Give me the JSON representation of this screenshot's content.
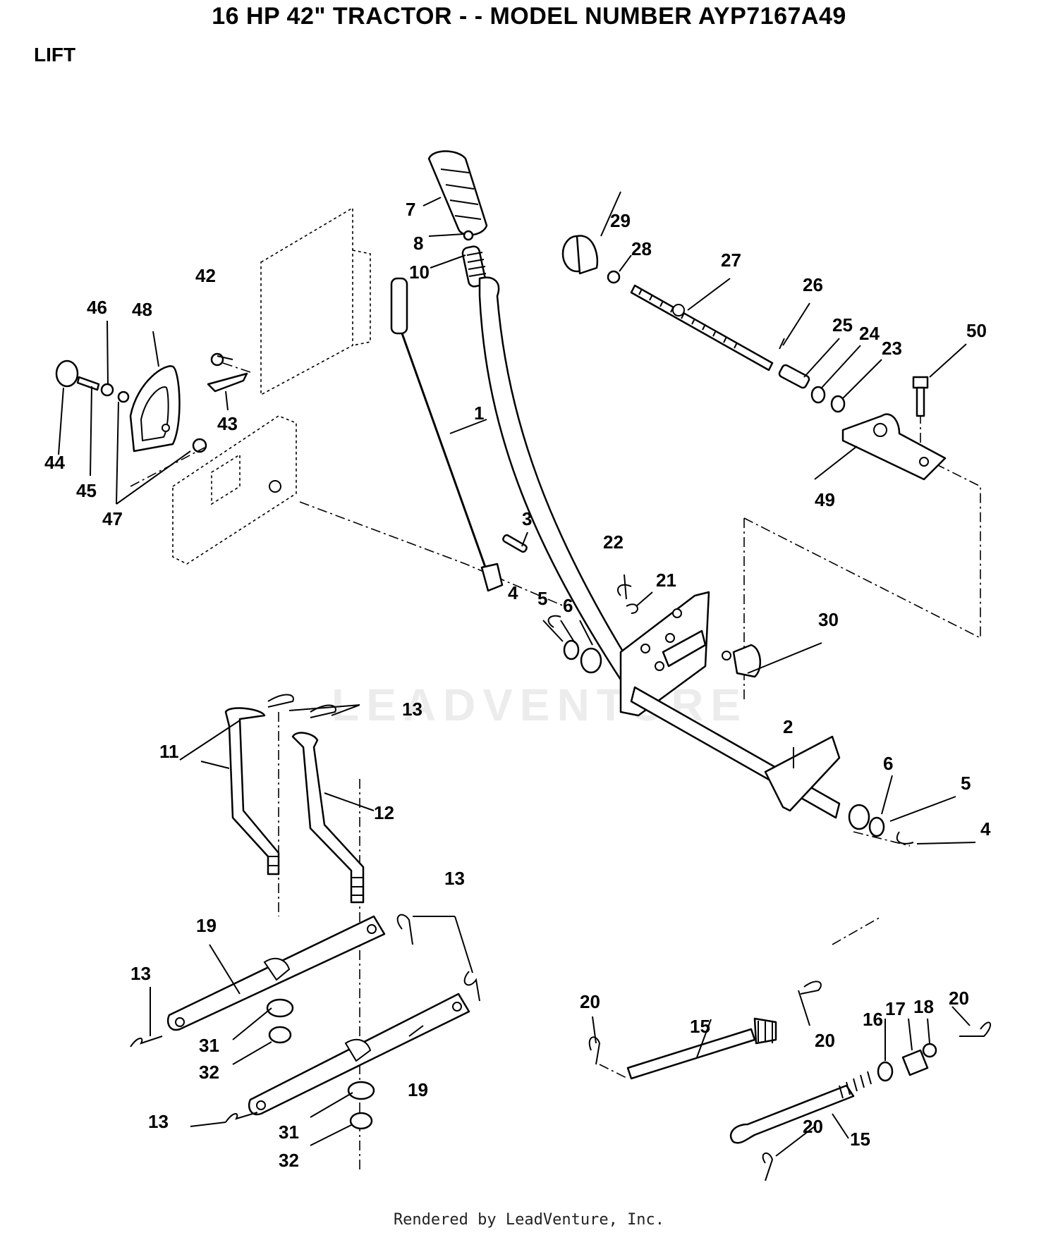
{
  "header": {
    "title": "16 HP 42\" TRACTOR - - MODEL NUMBER AYP7167A49",
    "section": "LIFT"
  },
  "watermark": "LEADVENTURE",
  "footer": "Rendered by LeadVenture, Inc.",
  "callouts": {
    "c1": "1",
    "c2": "2",
    "c2b": "3",
    "c3": "4",
    "c4a": "4",
    "c4b": "5",
    "c5a": "5",
    "c5b": "6",
    "c6a": "6",
    "c6b": "7",
    "c7": "8",
    "c8": "10",
    "c10": "11",
    "c11": "12",
    "c12": "13",
    "c13a": "13",
    "c13b": "13",
    "c13c": "13",
    "c13d": "15",
    "c15a": "15",
    "c15b": "16",
    "c16": "17",
    "c17": "18",
    "c18": "19",
    "c19a": "19",
    "c19b": "20",
    "c20a": "20",
    "c20b": "20",
    "c20c": "20",
    "c20d": "21",
    "c21": "22",
    "c22": "23",
    "c23": "24",
    "c24": "25",
    "c25": "26",
    "c26": "27",
    "c27": "28",
    "c28": "29",
    "c29": "30",
    "c30": "31",
    "c31a": "31",
    "c31b": "32",
    "c32a": "32",
    "c32b": "42",
    "c42": "43",
    "c43": "44",
    "c44": "45",
    "c45": "46",
    "c46": "47",
    "c47": "48",
    "c48": "49",
    "c49": "50"
  },
  "colors": {
    "ink": "#000000",
    "background": "#ffffff",
    "watermark": "#ececec"
  }
}
